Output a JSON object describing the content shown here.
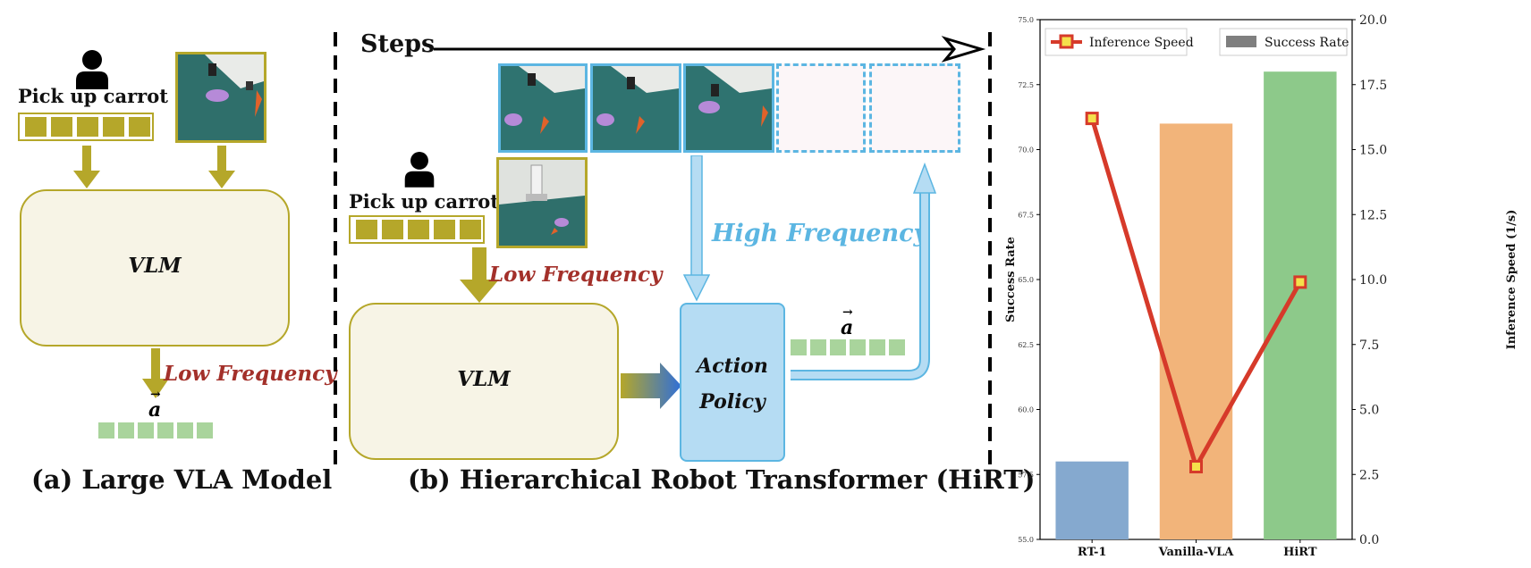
{
  "panel_a": {
    "instruction": "Pick up carrot",
    "model_label": "VLM",
    "frequency_label": "Low Frequency",
    "action_symbol": "a",
    "caption": "(a) Large VLA Model"
  },
  "panel_b": {
    "steps_label": "Steps",
    "instruction": "Pick up carrot",
    "low_frequency_label": "Low Frequency",
    "high_frequency_label": "High Frequency",
    "model_label": "VLM",
    "policy_line1": "Action",
    "policy_line2": "Policy",
    "action_symbol": "a",
    "caption": "(b) Hierarchical Robot Transformer (HiRT)"
  },
  "colors": {
    "olive": "#b5a72a",
    "cream": "#f7f4e6",
    "light_blue": "#9fd3f2",
    "dark_red": "#a3302a",
    "action_green": "#a9d49c"
  },
  "chart_data": {
    "type": "bar",
    "categories": [
      "RT-1",
      "Vanilla-VLA",
      "HiRT"
    ],
    "series": [
      {
        "name": "Success Rate",
        "type": "bar",
        "axis": "left",
        "values": [
          58.0,
          71.0,
          73.0
        ],
        "colors": [
          "#85a9cf",
          "#f2b47a",
          "#8dc98a"
        ]
      },
      {
        "name": "Inference Speed",
        "type": "line",
        "axis": "right",
        "values": [
          16.2,
          2.8,
          9.9
        ],
        "color": "#d63a2a"
      }
    ],
    "ylabel_left": "Success Rate",
    "ylabel_right": "Inference Speed (1/s)",
    "ylim_left": [
      55.0,
      75.0
    ],
    "ylim_right": [
      0.0,
      20.0
    ],
    "yticks_left": [
      "55.0",
      "57.5",
      "60.0",
      "62.5",
      "65.0",
      "67.5",
      "70.0",
      "72.5",
      "75.0"
    ],
    "yticks_right": [
      "0.0",
      "2.5",
      "5.0",
      "7.5",
      "10.0",
      "12.5",
      "15.0",
      "17.5",
      "20.0"
    ],
    "legend": [
      {
        "name": "Inference Speed",
        "position": "top-left"
      },
      {
        "name": "Success Rate",
        "position": "top-right"
      }
    ]
  }
}
